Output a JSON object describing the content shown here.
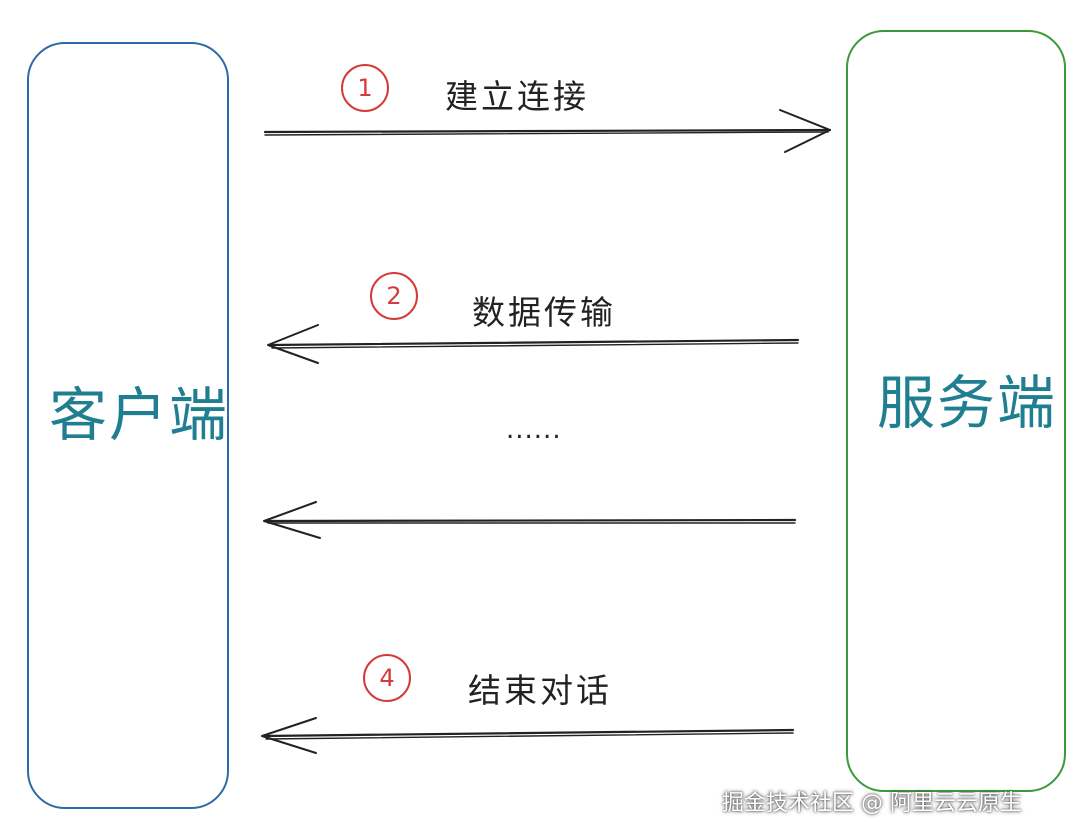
{
  "nodes": {
    "client": "客户端",
    "server": "服务端"
  },
  "steps": [
    {
      "number": "1",
      "label": "建立连接",
      "direction": "client-to-server"
    },
    {
      "number": "2",
      "label": "数据传输",
      "direction": "server-to-client"
    },
    {
      "number": "",
      "label": "",
      "direction": "server-to-client"
    },
    {
      "number": "4",
      "label": "结束对话",
      "direction": "server-to-client"
    }
  ],
  "ellipsis": "......",
  "watermark": "掘金技术社区 @ 阿里云云原生",
  "colors": {
    "client_border": "#2e6aa8",
    "server_border": "#3a9a3a",
    "node_text": "#1f7f91",
    "step_circle": "#d43a3a",
    "arrow": "#222222"
  }
}
